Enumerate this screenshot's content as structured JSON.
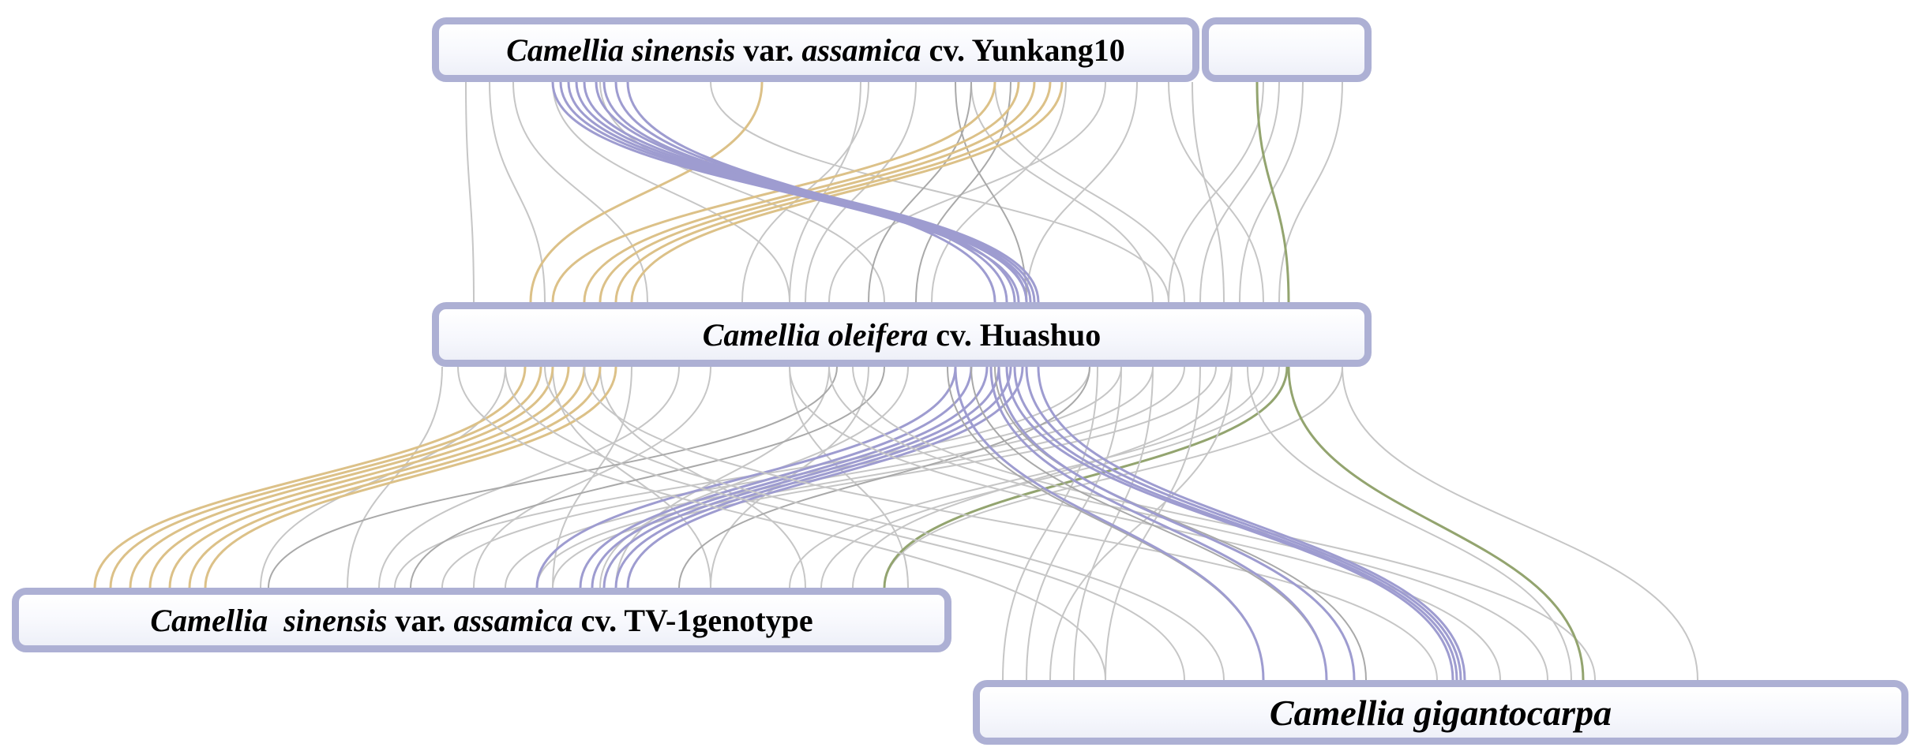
{
  "diagram": {
    "colors": {
      "bar_border": "#adb0d4",
      "link_grey": "#c6c6c6",
      "link_grey_dark": "#a9a9a9",
      "link_gold": "#dcc188",
      "link_purple": "#9e9cd0",
      "link_green": "#93a46f"
    },
    "genomes": [
      {
        "id": "yunkang10",
        "parts": [
          {
            "text": "Camellia sinensis",
            "italic": true
          },
          {
            "text": " var. ",
            "italic": false
          },
          {
            "text": "assamica",
            "italic": true
          },
          {
            "text": " cv. Yunkang10",
            "italic": false
          }
        ],
        "extra_segment": true
      },
      {
        "id": "huashuo",
        "parts": [
          {
            "text": "Camellia oleifera",
            "italic": true
          },
          {
            "text": " cv. Huashuo",
            "italic": false
          }
        ]
      },
      {
        "id": "tv1",
        "parts": [
          {
            "text": "Camellia  sinensis",
            "italic": true
          },
          {
            "text": " var. ",
            "italic": false
          },
          {
            "text": "assamica",
            "italic": true
          },
          {
            "text": " cv. TV-1genotype",
            "italic": false
          }
        ]
      },
      {
        "id": "gigantocarpa",
        "parts": [
          {
            "text": "Camellia gigantocarpa",
            "italic": true
          }
        ]
      }
    ]
  }
}
